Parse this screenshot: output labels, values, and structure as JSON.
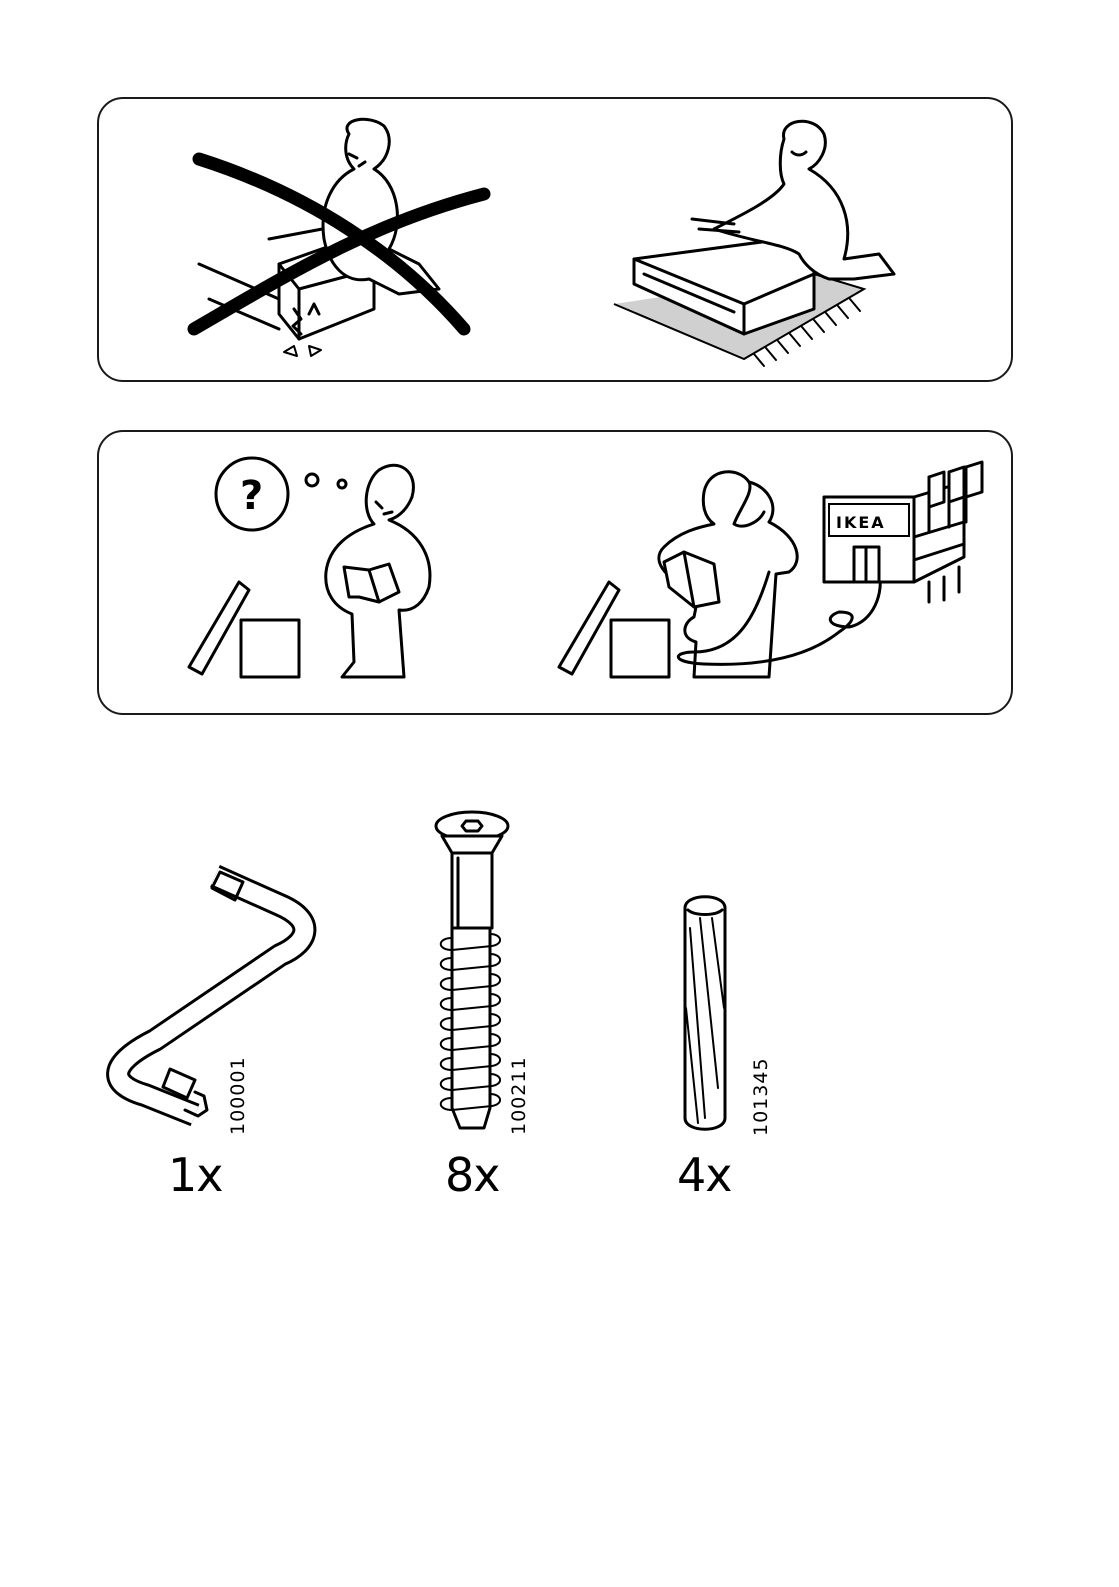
{
  "panels": [
    {
      "scenes": [
        {
          "name": "wrong-unpack-on-hard-floor",
          "icon": "crossed-out-icon"
        },
        {
          "name": "correct-unpack-on-rug",
          "icon": "rug-icon"
        }
      ]
    },
    {
      "scenes": [
        {
          "name": "confused-reading-instructions",
          "icon": "question-mark-icon"
        },
        {
          "name": "call-ikea-store",
          "icon": "ikea-store-icon",
          "store_sign": "IKEA"
        }
      ]
    }
  ],
  "parts": [
    {
      "icon": "hex-key-icon",
      "number": "100001",
      "quantity": "1x"
    },
    {
      "icon": "screw-icon",
      "number": "100211",
      "quantity": "8x"
    },
    {
      "icon": "dowel-icon",
      "number": "101345",
      "quantity": "4x"
    }
  ]
}
